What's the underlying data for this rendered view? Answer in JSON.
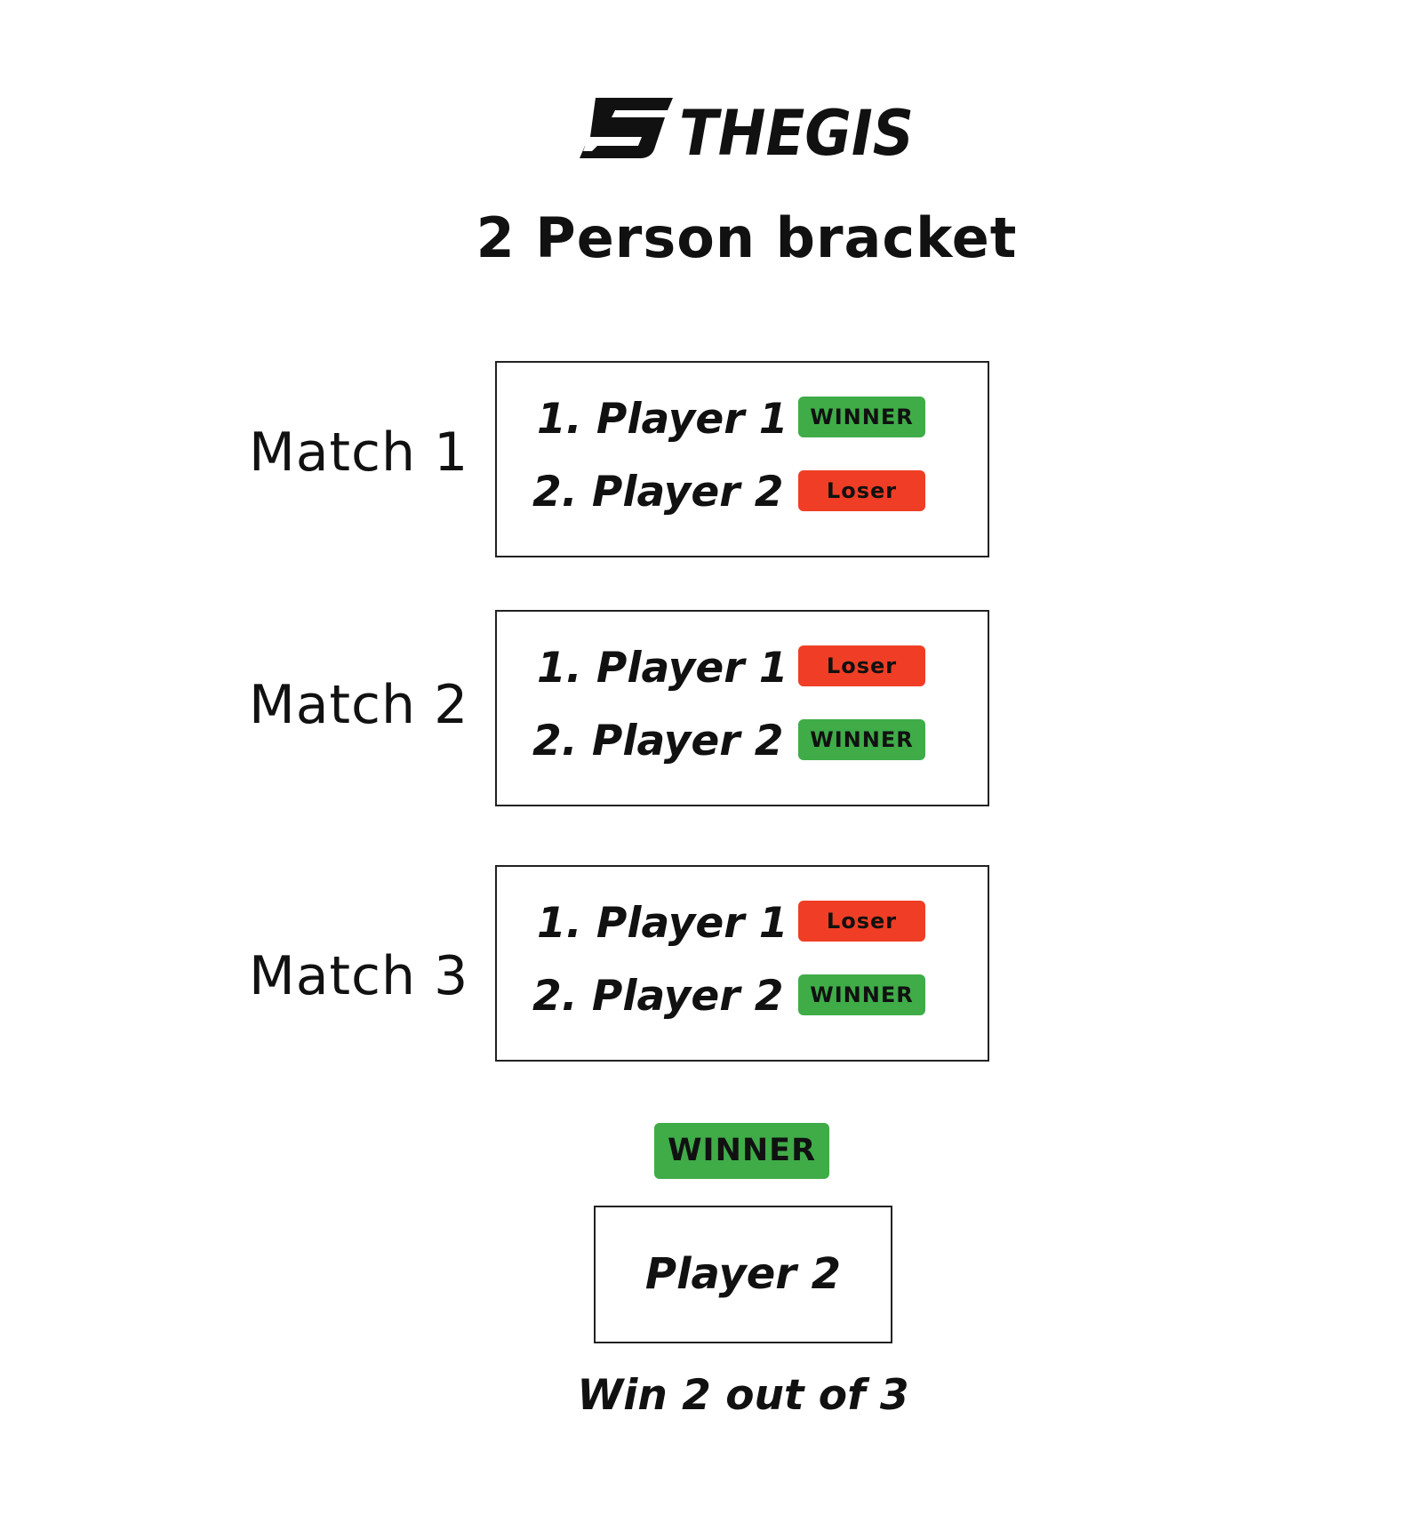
{
  "logo": {
    "text": "THEGIS"
  },
  "title": "2 Person bracket",
  "matches": [
    {
      "label": "Match 1",
      "players": [
        {
          "name": "1. Player 1",
          "result": "WINNER"
        },
        {
          "name": "2. Player 2",
          "result": "Loser"
        }
      ]
    },
    {
      "label": "Match 2",
      "players": [
        {
          "name": "1. Player 1",
          "result": "Loser"
        },
        {
          "name": "2. Player 2",
          "result": "WINNER"
        }
      ]
    },
    {
      "label": "Match 3",
      "players": [
        {
          "name": "1. Player 1",
          "result": "Loser"
        },
        {
          "name": "2. Player 2",
          "result": "WINNER"
        }
      ]
    }
  ],
  "final": {
    "badge": "WINNER",
    "player": "Player 2"
  },
  "footnote": "Win 2 out of 3",
  "colors": {
    "winner": "#3fac48",
    "loser": "#ef3e25",
    "text": "#111111",
    "border": "#222222"
  }
}
